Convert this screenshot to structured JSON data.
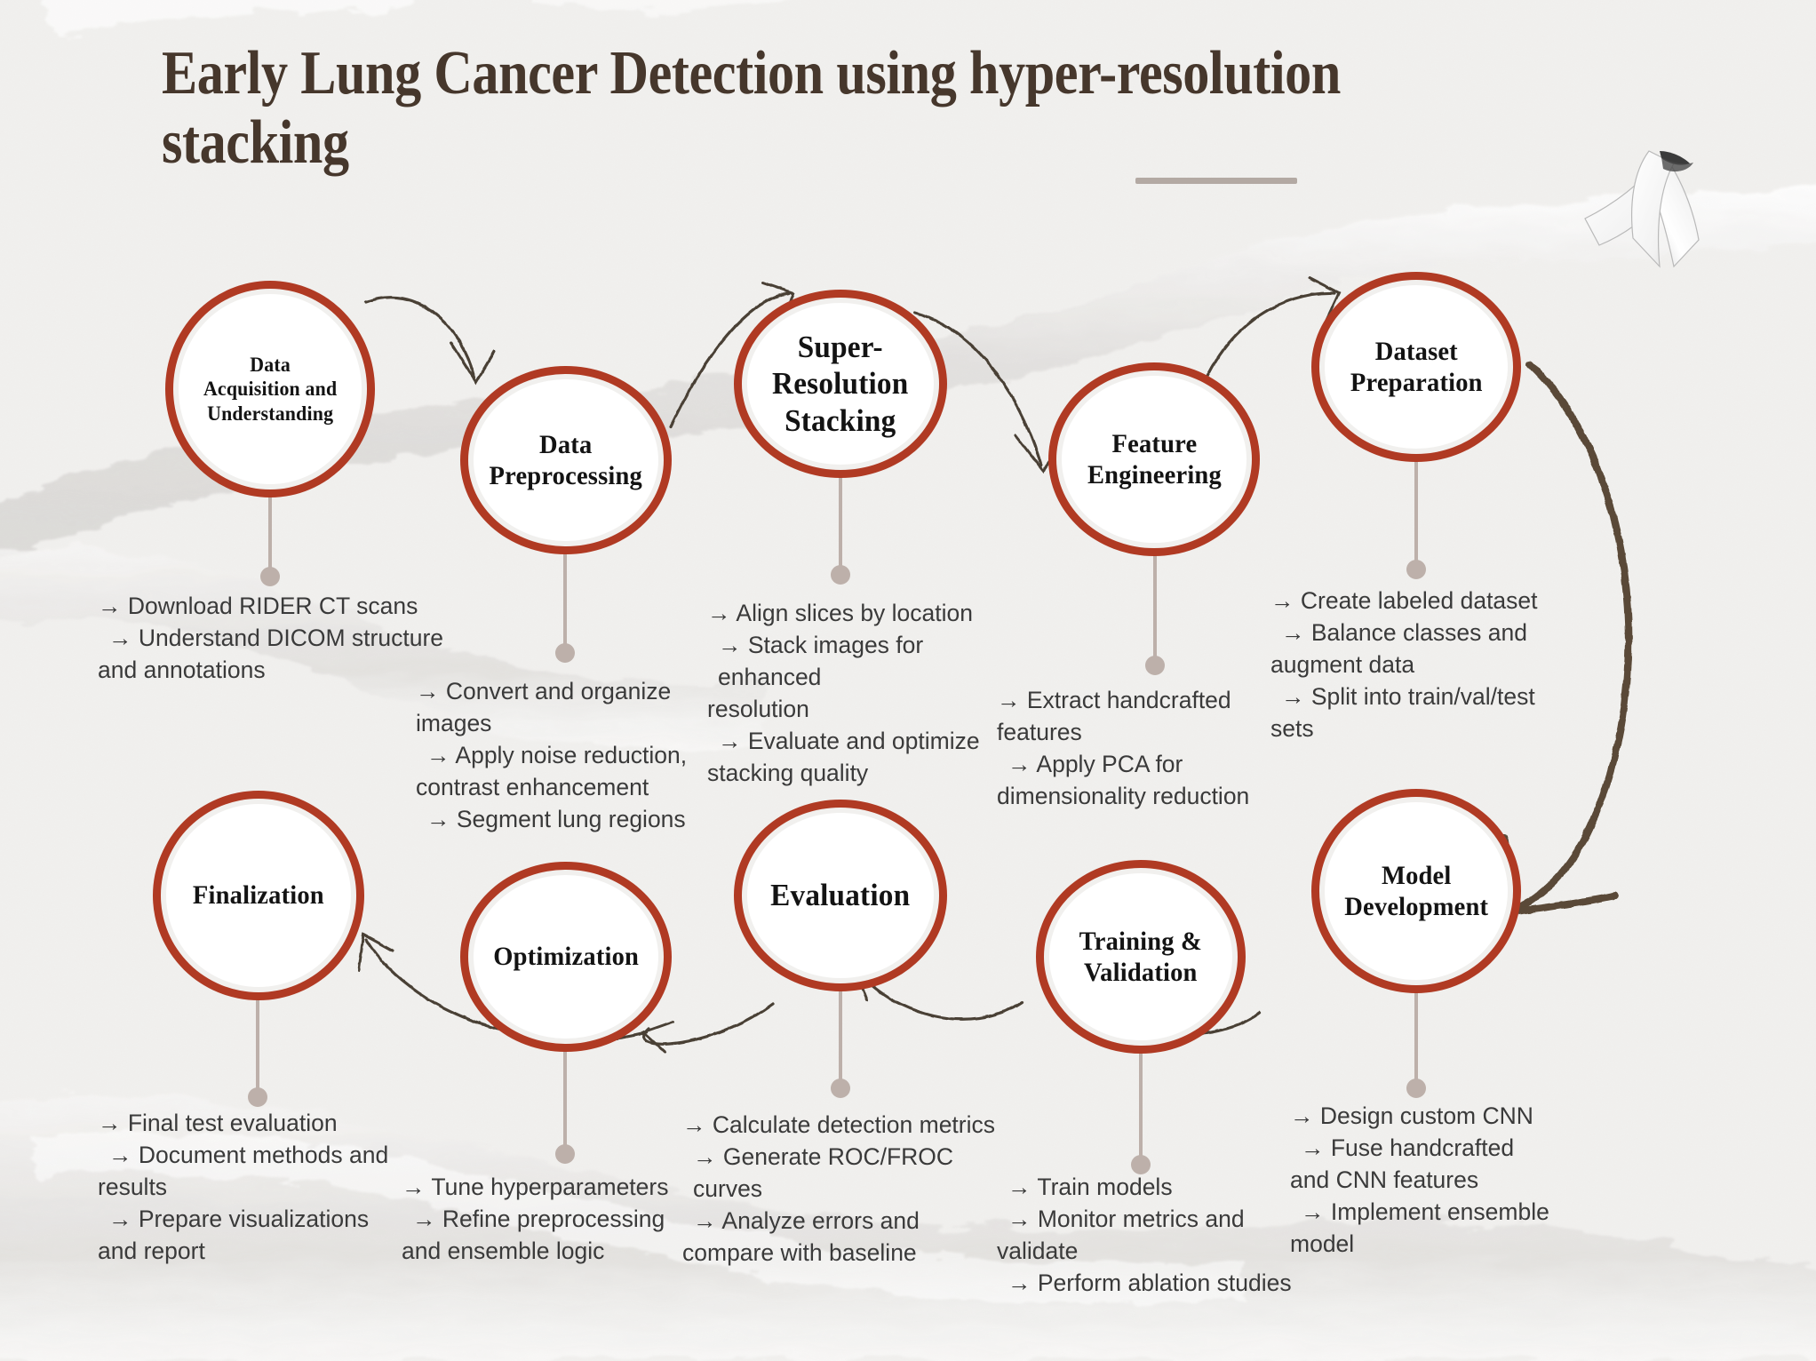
{
  "header": {
    "title": "Early Lung Cancer Detection using hyper-resolution stacking",
    "divider": "title-rule",
    "ribbon_icon": "lung-cancer-awareness-ribbon-icon"
  },
  "theme": {
    "background": "#f1f0ee",
    "node_ring": "#b03a23",
    "node_fill": "#ffffff",
    "title_color": "#46372c",
    "note_color": "#3a3a3a",
    "stem_color": "#bdb0aa",
    "arrow_color": "#4a4136",
    "big_arrow_color": "#5a4a37"
  },
  "flow": {
    "top_row": [
      {
        "id": "data-acquisition-and-understanding",
        "label": "Data\nAcquisition and\nUnderstanding",
        "notes": [
          "→ Download RIDER CT scans",
          "→ Understand DICOM structure",
          "and annotations"
        ]
      },
      {
        "id": "data-preprocessing",
        "label": "Data\nPreprocessing",
        "notes": [
          "→ Convert and organize",
          "images",
          "→ Apply noise reduction,",
          "contrast enhancement",
          "→ Segment lung regions"
        ]
      },
      {
        "id": "super-resolution-stacking",
        "label": "Super-\nResolution\nStacking",
        "notes": [
          "→ Align slices by location",
          "→ Stack images for enhanced",
          "resolution",
          "→ Evaluate and optimize",
          "stacking quality"
        ]
      },
      {
        "id": "feature-engineering",
        "label": "Feature\nEngineering",
        "notes": [
          "→ Extract handcrafted",
          "features",
          "→ Apply PCA for",
          "dimensionality reduction"
        ]
      },
      {
        "id": "dataset-preparation",
        "label": "Dataset\nPreparation",
        "notes": [
          "→ Create labeled dataset",
          "→ Balance classes and",
          "augment data",
          "→ Split into train/val/test",
          "sets"
        ]
      }
    ],
    "bottom_row": [
      {
        "id": "finalization",
        "label": "Finalization",
        "notes": [
          "→ Final test evaluation",
          "→ Document methods and",
          "results",
          "→ Prepare visualizations",
          "and report"
        ]
      },
      {
        "id": "optimization",
        "label": "Optimization",
        "notes": [
          "→ Tune hyperparameters",
          "→ Refine preprocessing",
          "and ensemble logic"
        ]
      },
      {
        "id": "evaluation",
        "label": "Evaluation",
        "notes": [
          "→ Calculate detection metrics",
          "→ Generate ROC/FROC curves",
          "→ Analyze errors and",
          "compare with baseline"
        ]
      },
      {
        "id": "training-and-validation",
        "label": "Training &\nValidation",
        "notes": [
          "→ Train models",
          "→ Monitor metrics and",
          "validate",
          "→ Perform ablation studies"
        ]
      },
      {
        "id": "model-development",
        "label": "Model\nDevelopment",
        "notes": [
          "→ Design custom CNN",
          "→ Fuse handcrafted",
          "and CNN features",
          "→ Implement ensemble",
          "model"
        ]
      }
    ]
  }
}
